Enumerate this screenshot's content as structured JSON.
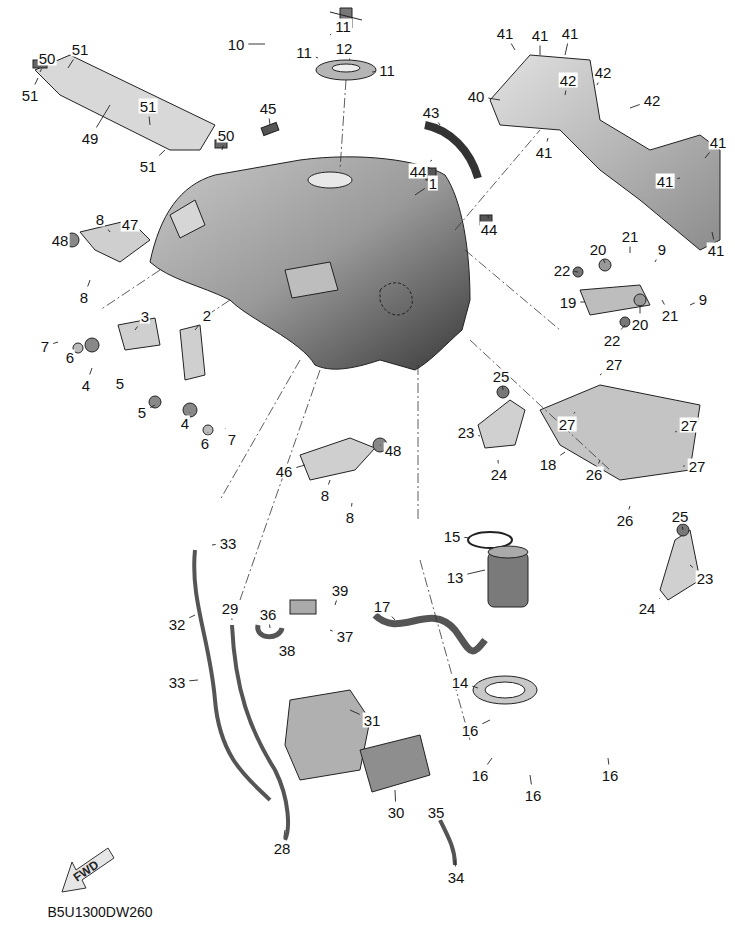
{
  "diagram": {
    "labels": [
      "50",
      "51",
      "51",
      "49",
      "51",
      "50",
      "51",
      "10",
      "11",
      "11",
      "12",
      "11",
      "1",
      "45",
      "41",
      "41",
      "41",
      "42",
      "42",
      "42",
      "40",
      "43",
      "44",
      "44",
      "41",
      "41",
      "41",
      "41",
      "8",
      "47",
      "48",
      "8",
      "7",
      "6",
      "4",
      "5",
      "3",
      "2",
      "5",
      "4",
      "6",
      "7",
      "9",
      "20",
      "21",
      "22",
      "9",
      "19",
      "21",
      "20",
      "22",
      "25",
      "27",
      "27",
      "27",
      "27",
      "23",
      "24",
      "18",
      "26",
      "26",
      "25",
      "23",
      "24",
      "48",
      "46",
      "8",
      "8",
      "15",
      "13",
      "17",
      "14",
      "16",
      "16",
      "16",
      "16",
      "33",
      "32",
      "33",
      "29",
      "36",
      "39",
      "37",
      "38",
      "31",
      "30",
      "35",
      "34",
      "28",
      "FWD",
      "B5U1300DW260"
    ]
  }
}
